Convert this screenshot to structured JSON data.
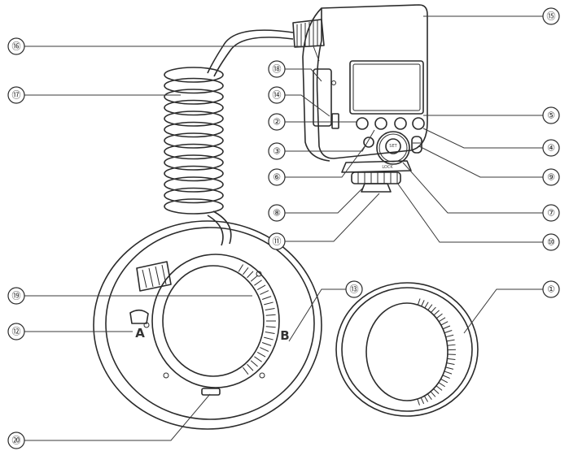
{
  "diagram": {
    "callouts": [
      {
        "id": "c1",
        "label": "①"
      },
      {
        "id": "c2",
        "label": "②"
      },
      {
        "id": "c3",
        "label": "③"
      },
      {
        "id": "c4",
        "label": "④"
      },
      {
        "id": "c5",
        "label": "⑤"
      },
      {
        "id": "c6",
        "label": "⑥"
      },
      {
        "id": "c7",
        "label": "⑦"
      },
      {
        "id": "c8",
        "label": "⑧"
      },
      {
        "id": "c9",
        "label": "⑨"
      },
      {
        "id": "c10",
        "label": "⑩"
      },
      {
        "id": "c11",
        "label": "⑪"
      },
      {
        "id": "c12",
        "label": "⑫"
      },
      {
        "id": "c13",
        "label": "⑬"
      },
      {
        "id": "c14",
        "label": "⑭"
      },
      {
        "id": "c15",
        "label": "⑮"
      },
      {
        "id": "c16",
        "label": "⑯"
      },
      {
        "id": "c17",
        "label": "⑰"
      },
      {
        "id": "c18",
        "label": "⑱"
      },
      {
        "id": "c19",
        "label": "⑲"
      },
      {
        "id": "c20",
        "label": "⑳"
      }
    ],
    "side_labels": {
      "a": "A",
      "b": "B"
    },
    "set_button_text": "SET",
    "lock_text": "LOCK"
  },
  "colors": {
    "line": "#2b2b2b",
    "background": "#ffffff"
  }
}
